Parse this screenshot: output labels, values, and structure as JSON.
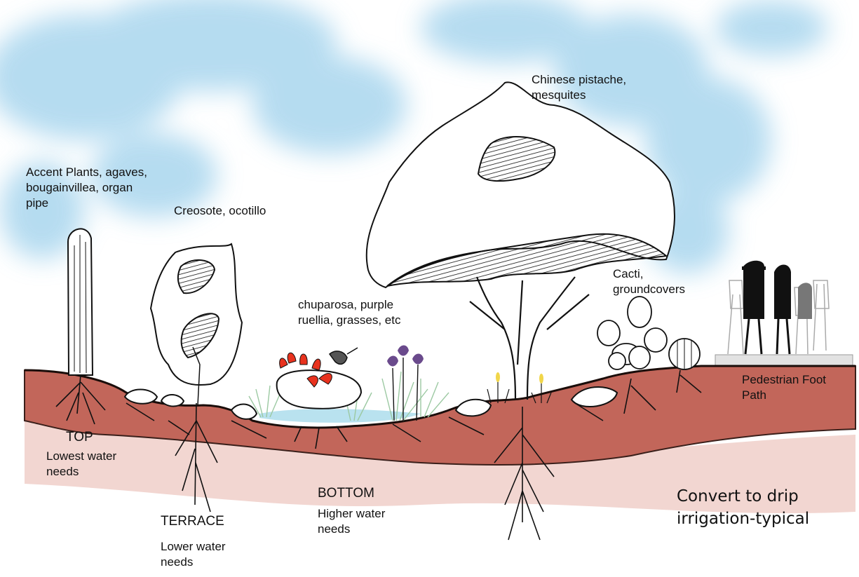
{
  "diagram": {
    "plant_labels": {
      "accent": "Accent Plants, agaves,\nbougainvillea, organ\npipe",
      "creosote": "Creosote, ocotillo",
      "chuparosa": "chuparosa, purple\nruellia, grasses, etc",
      "pistache": "Chinese pistache,\nmesquites",
      "cacti": "Cacti,\ngroundcovers",
      "path": "Pedestrian Foot\nPath"
    },
    "zones": {
      "top": {
        "name": "TOP",
        "desc": "Lowest water\nneeds"
      },
      "terrace": {
        "name": "TERRACE",
        "desc": "Lower water\nneeds"
      },
      "bottom": {
        "name": "BOTTOM",
        "desc": "Higher water\nneeds"
      }
    },
    "note": "Convert to drip\nirrigation-typical",
    "colors": {
      "sky": "#a9d6ee",
      "soil": "#c2665a",
      "soil_light": "#f2d6d1",
      "water": "#b9e2ef",
      "grass": "#9cc9a2",
      "flower_red": "#e8321e",
      "flower_purple": "#6a4a8c",
      "ink": "#111111",
      "path": "#e2e2e2"
    }
  }
}
